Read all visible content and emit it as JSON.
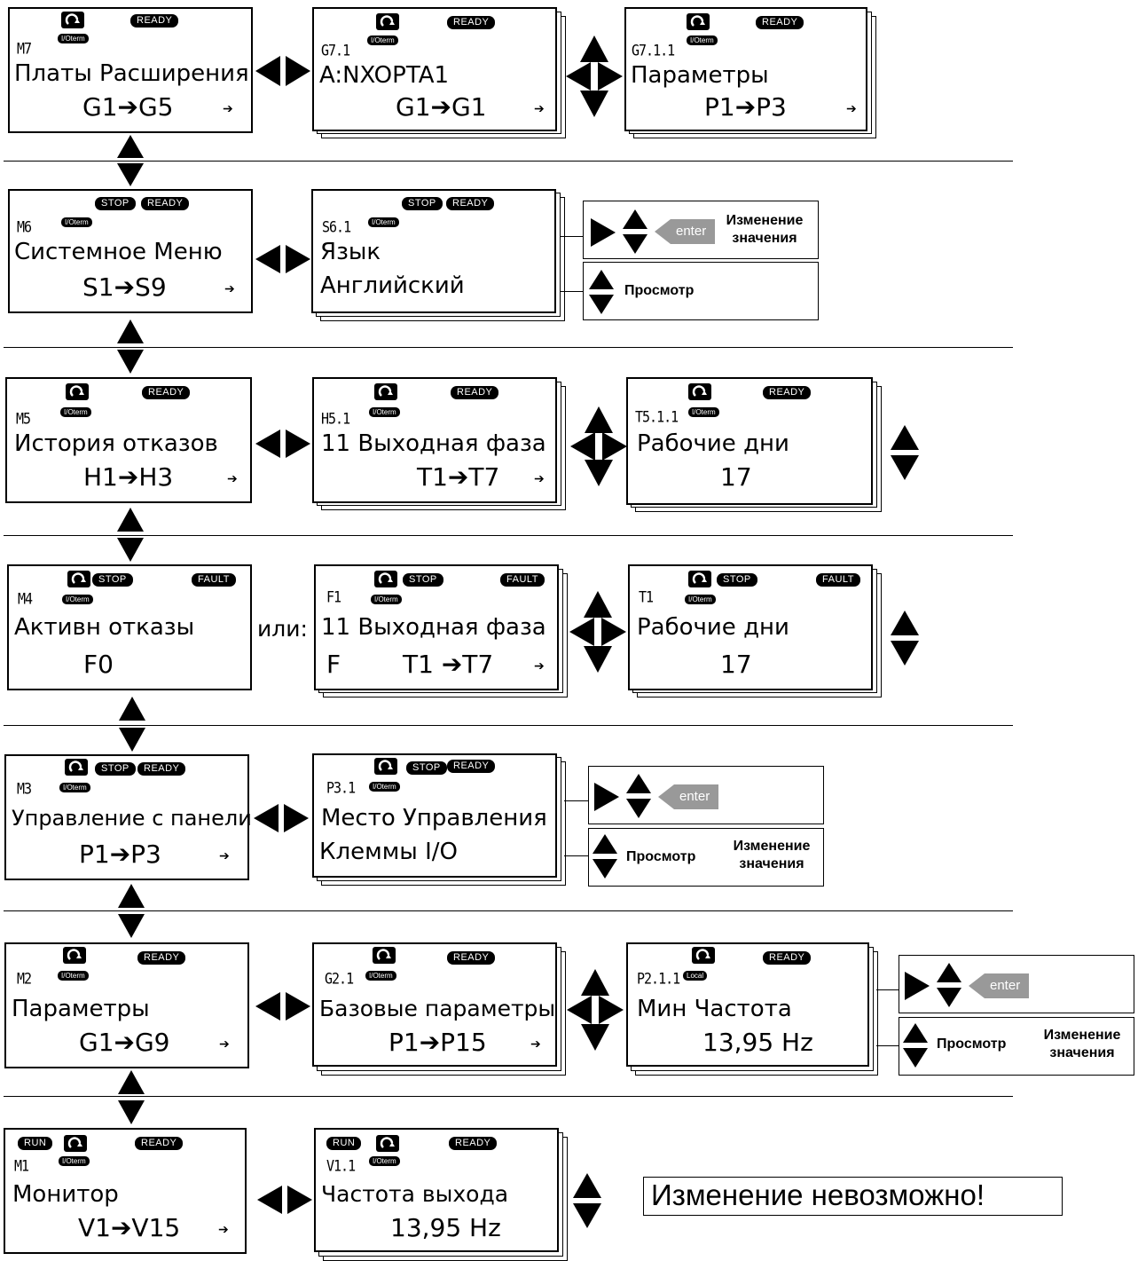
{
  "labels": {
    "ili": "или:",
    "impossible": "Изменение невозможно!"
  },
  "controls": {
    "enter": "enter",
    "change_line1": "Изменение",
    "change_line2": "значения",
    "view": "Просмотр"
  },
  "rows": [
    {
      "menu": {
        "code": "M7",
        "badges": [
          "READY"
        ],
        "io": "I/Oterm",
        "title": "Платы Расширения",
        "value": "G1➔G5"
      },
      "sub1": {
        "code": "G7.1",
        "badges": [
          "READY"
        ],
        "io": "I/Oterm",
        "title": "A:NXOPTA1",
        "value": "G1➔G1"
      },
      "sub2": {
        "code": "G7.1.1",
        "badges": [
          "READY"
        ],
        "io": "I/Oterm",
        "title": "Параметры",
        "value": "P1➔P3"
      }
    },
    {
      "menu": {
        "code": "M6",
        "badges": [
          "STOP",
          "READY"
        ],
        "io": "I/Oterm",
        "title": "Системное Меню",
        "value": "S1➔S9"
      },
      "sub1": {
        "code": "S6.1",
        "badges": [
          "STOP",
          "READY"
        ],
        "io": "I/Oterm",
        "title": "Язык",
        "value": "Английский"
      }
    },
    {
      "menu": {
        "code": "M5",
        "badges": [
          "READY"
        ],
        "io": "I/Oterm",
        "title": "История отказов",
        "value": "H1➔H3"
      },
      "sub1": {
        "code": "H5.1",
        "badges": [
          "READY"
        ],
        "io": "I/Oterm",
        "title": "11 Выходная фаза",
        "value": "T1➔T7"
      },
      "sub2": {
        "code": "T5.1.1",
        "badges": [
          "READY"
        ],
        "io": "I/Oterm",
        "title": "Рабочие дни",
        "value": "17"
      }
    },
    {
      "menu": {
        "code": "M4",
        "badges": [
          "STOP",
          "FAULT"
        ],
        "io": "I/Oterm",
        "title": "Активн отказы",
        "value": "F0"
      },
      "sub1": {
        "code": "F1",
        "badges": [
          "STOP",
          "FAULT"
        ],
        "io": "I/Oterm",
        "title": "11 Выходная фаза",
        "value_prefix": "F",
        "value": "T1 ➔T7"
      },
      "sub2": {
        "code": "T1",
        "badges": [
          "STOP",
          "FAULT"
        ],
        "io": "I/Oterm",
        "title": "Рабочие дни",
        "value": "17"
      }
    },
    {
      "menu": {
        "code": "M3",
        "badges": [
          "STOP",
          "READY"
        ],
        "io": "I/Oterm",
        "title": "Управление с панели",
        "value": "P1➔P3"
      },
      "sub1": {
        "code": "P3.1",
        "badges": [
          "STOP",
          "READY"
        ],
        "io": "I/Oterm",
        "title": "Место Управления",
        "value": "Клеммы I/O"
      }
    },
    {
      "menu": {
        "code": "M2",
        "badges": [
          "READY"
        ],
        "io": "I/Oterm",
        "title": "Параметры",
        "value": "G1➔G9"
      },
      "sub1": {
        "code": "G2.1",
        "badges": [
          "READY"
        ],
        "io": "I/Oterm",
        "title": "Базовые параметры",
        "value": "P1➔P15"
      },
      "sub2": {
        "code": "P2.1.1",
        "badges": [
          "READY"
        ],
        "io": "Local",
        "title": "Мин Частота",
        "value": "13,95 Hz"
      }
    },
    {
      "menu": {
        "code": "M1",
        "badges": [
          "RUN",
          "READY"
        ],
        "io": "I/Oterm",
        "title": "Монитор",
        "value": "V1➔V15"
      },
      "sub1": {
        "code": "V1.1",
        "badges": [
          "RUN",
          "READY"
        ],
        "io": "I/Oterm",
        "title": "Частота выхода",
        "value": "13,95 Hz"
      }
    }
  ]
}
